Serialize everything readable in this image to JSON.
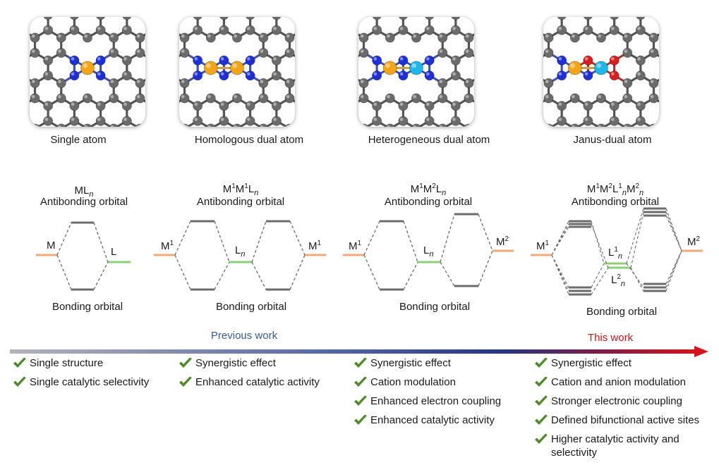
{
  "captions": [
    "Single atom",
    "Homologous dual atom",
    "Heterogeneous dual atom",
    "Janus-dual atom"
  ],
  "diagrams": [
    {
      "formula": [
        {
          "t": "ML"
        },
        {
          "t": "n",
          "i": 1
        }
      ],
      "antibonding": "Antibonding orbital",
      "bonding": "Bonding orbital",
      "left_label": [
        {
          "t": "M"
        }
      ],
      "right_label": [
        {
          "t": "L"
        }
      ]
    },
    {
      "formula": [
        {
          "t": "M"
        },
        {
          "t": "1",
          "sup": 1
        },
        {
          "t": "M"
        },
        {
          "t": "1",
          "sup": 1
        },
        {
          "t": "L"
        },
        {
          "t": "n",
          "i": 1
        }
      ],
      "antibonding": "Antibonding orbital",
      "bonding": "Bonding orbital",
      "left_label": [
        {
          "t": "M"
        },
        {
          "t": "1",
          "sup": 1
        }
      ],
      "mid_label": [
        {
          "t": "L"
        },
        {
          "t": "n",
          "i": 1
        }
      ],
      "right_label": [
        {
          "t": "M"
        },
        {
          "t": "1",
          "sup": 1
        }
      ]
    },
    {
      "formula": [
        {
          "t": "M"
        },
        {
          "t": "1",
          "sup": 1
        },
        {
          "t": "M"
        },
        {
          "t": "2",
          "sup": 1
        },
        {
          "t": "L"
        },
        {
          "t": "n",
          "i": 1
        }
      ],
      "antibonding": "Antibonding orbital",
      "bonding": "Bonding orbital",
      "left_label": [
        {
          "t": "M"
        },
        {
          "t": "1",
          "sup": 1
        }
      ],
      "mid_label": [
        {
          "t": "L"
        },
        {
          "t": "n",
          "i": 1
        }
      ],
      "right_label": [
        {
          "t": "M"
        },
        {
          "t": "2",
          "sup": 1
        }
      ]
    },
    {
      "formula": [
        {
          "t": "M"
        },
        {
          "t": "1",
          "sup": 1
        },
        {
          "t": "M"
        },
        {
          "t": "2",
          "sup": 1
        },
        {
          "t": "L"
        },
        {
          "t": "1",
          "sup": 1
        },
        {
          "t": "n",
          "i": 1
        },
        {
          "t": "M"
        },
        {
          "t": "2",
          "sup": 1
        },
        {
          "t": "n",
          "i": 1
        }
      ],
      "antibonding": "Antibonding orbital",
      "bonding": "Bonding orbital",
      "left_label": [
        {
          "t": "M"
        },
        {
          "t": "1",
          "sup": 1
        }
      ],
      "mid_label_1": [
        {
          "t": "L"
        },
        {
          "t": "1",
          "sup": 1
        },
        {
          "t": "n",
          "i": 1
        }
      ],
      "mid_label_2": [
        {
          "t": "L"
        },
        {
          "t": "2",
          "sup": 1
        },
        {
          "t": "n",
          "i": 1
        }
      ],
      "right_label": [
        {
          "t": "M"
        },
        {
          "t": "2",
          "sup": 1
        }
      ]
    }
  ],
  "progress": {
    "previous_label": "Previous work",
    "this_label": "This work"
  },
  "features": [
    [
      "Single structure",
      "Single catalytic selectivity"
    ],
    [
      "Synergistic effect",
      "Enhanced catalytic activity"
    ],
    [
      "Synergistic effect",
      "Cation modulation",
      "Enhanced electron coupling",
      "Enhanced catalytic activity"
    ],
    [
      "Synergistic effect",
      "Cation and anion modulation",
      "Stronger electronic coupling",
      "Defined bifunctional active sites",
      "Higher catalytic activity and selectivity"
    ]
  ],
  "colors": {
    "carbon": "#6b6b6b",
    "nitrogen": "#1f2fd6",
    "oxygen": "#d81f1f",
    "metal1": "#f2a516",
    "metal2": "#1fb6ea",
    "metal_level": "#f0a878",
    "ligand_level": "#8cd07a",
    "check": "#4f8a2a",
    "previous_text": "#3a5a8c",
    "this_text": "#c0161b"
  }
}
